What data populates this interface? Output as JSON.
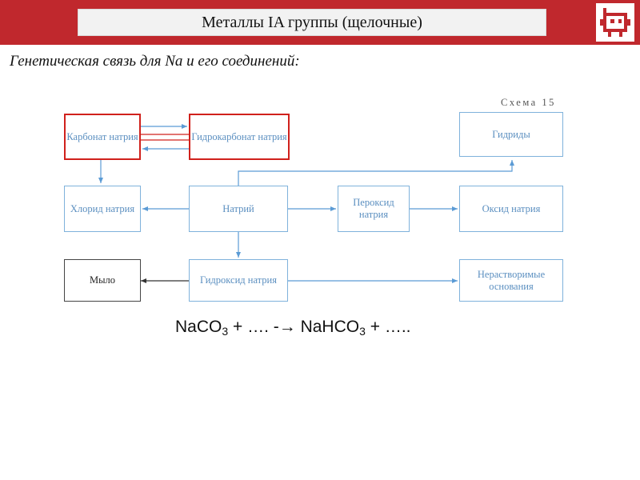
{
  "header": {
    "title": "Металлы IA группы (щелочные)"
  },
  "subtitle": "Генетическая связь для Na и его соединений:",
  "scheme_label": "Схема 15",
  "boxes": {
    "carbonate": "Карбонат натрия",
    "bicarbonate": "Гидрокарбонат натрия",
    "hydrides": "Гидриды",
    "chloride": "Хлорид натрия",
    "sodium": "Натрий",
    "peroxide": "Пероксид натрия",
    "oxide": "Оксид натрия",
    "soap": "Мыло",
    "hydroxide": "Гидроксид натрия",
    "insoluble_bases": "Нерастворимые основания"
  },
  "equation": {
    "lhs_formula": "NaCO",
    "lhs_sub": "3",
    "middle": " + …. -→ NaHCO",
    "rhs_sub": "3",
    "tail": " + ….."
  },
  "colors": {
    "header_bar": "#c0282d",
    "highlight_border": "#d0211c",
    "diagram_blue": "#5b8fc0"
  },
  "icons": {
    "logo": "pixel-robot-logo-icon"
  }
}
